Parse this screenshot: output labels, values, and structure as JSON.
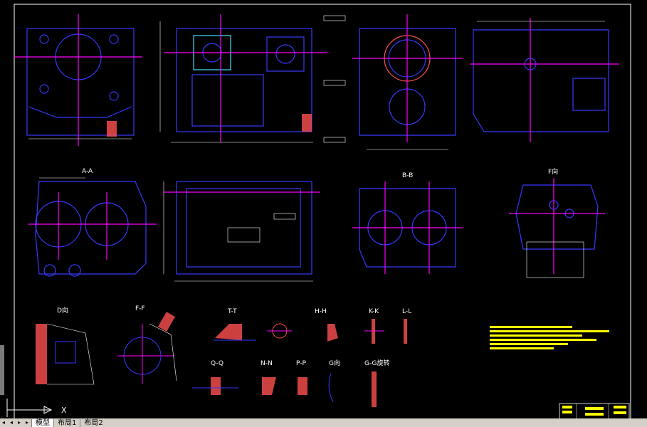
{
  "view_labels": {
    "aa": "A-A",
    "bb": "B-B",
    "f_dir": "F向",
    "d_dir": "D向",
    "ff": "F-F",
    "tt": "T-T",
    "hh": "H-H",
    "kk": "K-K",
    "ll": "L-L",
    "qq": "Q-Q",
    "nn": "N-N",
    "pp": "P-P",
    "g_dir": "G向",
    "gg": "G-G旋转"
  },
  "ucs_axis": "X",
  "tabs": [
    {
      "label": "模型",
      "active": true
    },
    {
      "label": "布局1",
      "active": false
    },
    {
      "label": "布局2",
      "active": false
    }
  ],
  "colors": {
    "background": "#000000",
    "outline": "#3838ff",
    "centerline": "#ff00ff",
    "dimension": "#ffffff",
    "hatch": "#ff5050",
    "notes": "#ffff00",
    "border": "#ffffff",
    "cyan": "#40e0ff",
    "green": "#30ff30"
  },
  "icons": {
    "ucs": "ucs-axis-icon",
    "nav_first": "nav-first-icon",
    "nav_prev": "nav-prev-icon",
    "nav_next": "nav-next-icon",
    "nav_last": "nav-last-icon"
  }
}
